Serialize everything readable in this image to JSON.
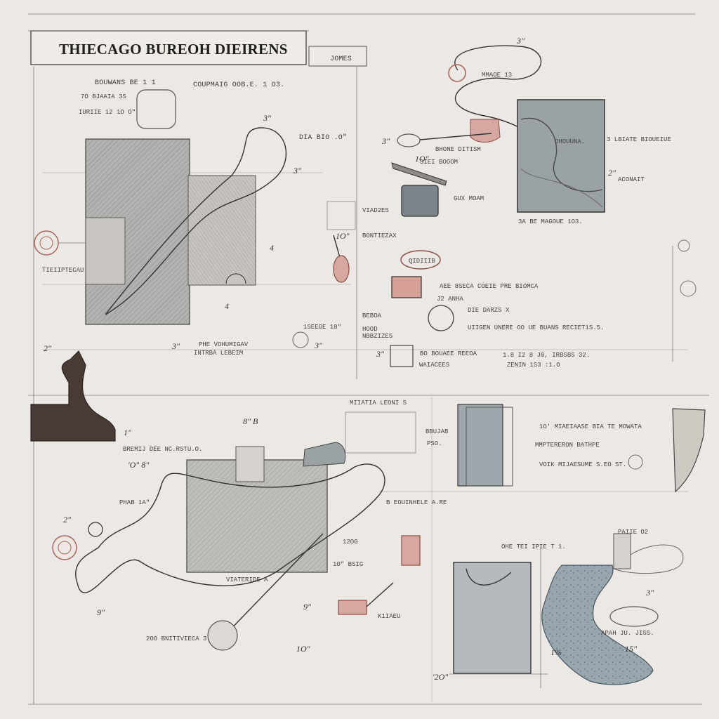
{
  "title_block": {
    "title": "THIECAGO BUREOH DIEIRENS",
    "tag": "JOMES"
  },
  "colors": {
    "paper": "#ece8e3",
    "ink": "#333333",
    "gray_panel": "#9aa2a4",
    "blue_gray": "#8f9ca4",
    "rust": "#c98c82",
    "dark_ink": "#2e2626"
  },
  "top_left": {
    "header_1": "BOUWANS BE 1 1",
    "header_2": "COUPMAIG OOB.E. 1 O3.",
    "note_1": "7O BJAAIA 3S",
    "note_2": "IURIIE 12 1O O\"",
    "dia_note": "DIA BIO .O\"",
    "side_label": "TIEIIPTECAU",
    "caption_1": "PHE VOHUMIGAV",
    "caption_2": "INTRBA LEBEIM",
    "dim_4": "4",
    "dim_4b": "4",
    "dim_3": "3\"",
    "dim_3b": "3\"",
    "dim_2": "2\"",
    "dim_3c": "3\""
  },
  "mid_column": {
    "label_1": "VIAD2ES",
    "label_2": "BONTIEZAX",
    "label_3": "BEBOA",
    "label_4": "1SEEGE 18\"",
    "label_5": "HOOD",
    "label_6": "NBBZIZES",
    "dim_10": "1O\"",
    "dim_3": "3\""
  },
  "top_right": {
    "dim_top": "3\"",
    "note_1": "MMAOE 13",
    "note_2": "BHONE DITISM",
    "note_3": "3IEI BOOOM",
    "panel_label": "OHOUUNA.",
    "panel_side": "3 LBIATE BIOUEIUE",
    "panel_side_2": "ACONAIT",
    "panel_caption": "3A BE MAGOUE 1O3.",
    "note_4": "GUX MOAM",
    "oval_label": "QIDIIIB",
    "note_5": "AEE 8SECA  COEIE PRE BIOMCA",
    "note_6": "J2 ANHA",
    "note_7": "DIE DARZS X",
    "note_8": "UIIGEN UNERE OO UE BUANS RECIET1S.5.",
    "note_9": "BO BOUAEE REEOA",
    "note_10": "WAIACEES",
    "note_11": "1.8  I2 8 J0, IRBSBS 32.",
    "note_12": "ZENIN  1S3 :1.O",
    "dim_10": "1O\"",
    "dim_3": "3\"",
    "dim_2": "2\"",
    "dim_3b": "3\""
  },
  "bottom_left": {
    "header": "MIIATIA LEONI S",
    "dim_8": "8\"  B",
    "note_1": "BREMIJ DEE NC.RSTU.O.",
    "dim_0": "'O\"  8\"",
    "note_2": "PHAB 1A\"",
    "center_label": "VIATERIDE A",
    "dim_9": "9\"",
    "dim_9b": "9\"",
    "dim_1": "1\"",
    "dim_2": "2\"",
    "caption": "2OO BNITIVIECA  3.",
    "dim_10": "1O\"",
    "note_3": "12OG",
    "note_4": "1O\" BSIG",
    "note_5": "BBUJAB",
    "note_6": "PSO.",
    "note_7": "B EOUINHELE A.RE"
  },
  "bottom_right": {
    "note_1": "1O' MIAEIAASE  BIA TE MOWATA",
    "note_2": "MMPTERERON BATHPE",
    "note_3": "VOIK MIJAESUME S.EO ST.",
    "note_4": "OHE TEI IPIE T 1.",
    "note_5": "PAIIE O2",
    "note_6": "APAH JU. JISS.",
    "note_7": "K1IAEU",
    "dim_3": "3\"",
    "dim_15": "15\"",
    "dim_1": "1%",
    "dim_2": "'2O\""
  }
}
